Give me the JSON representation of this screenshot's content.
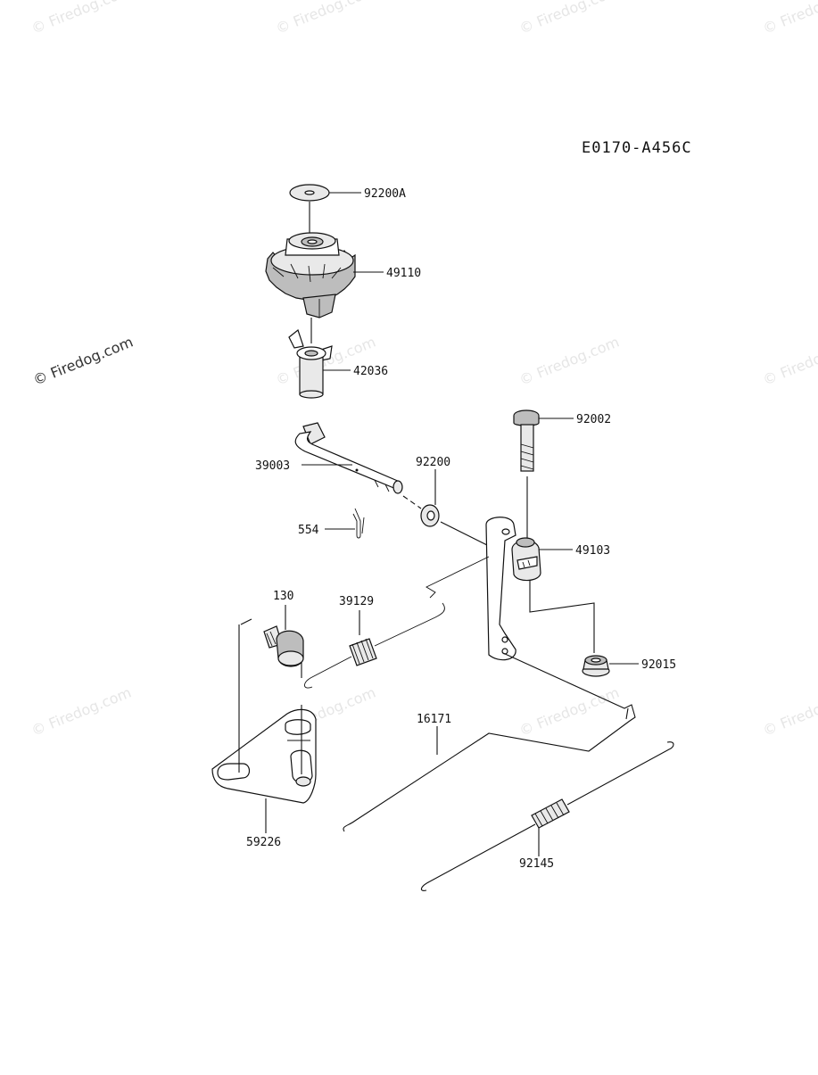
{
  "diagram_code": "E0170-A456C",
  "watermarks": {
    "tile_text": "© Firedog.com",
    "side_text": "© Firedog.com"
  },
  "parts": {
    "p92200A": "92200A",
    "p49110": "49110",
    "p42036": "42036",
    "p39003": "39003",
    "p92200": "92200",
    "p554": "554",
    "p92002": "92002",
    "p49103": "49103",
    "p130": "130",
    "p39129": "39129",
    "p92015": "92015",
    "p16171": "16171",
    "p59226": "59226",
    "p92145": "92145"
  }
}
